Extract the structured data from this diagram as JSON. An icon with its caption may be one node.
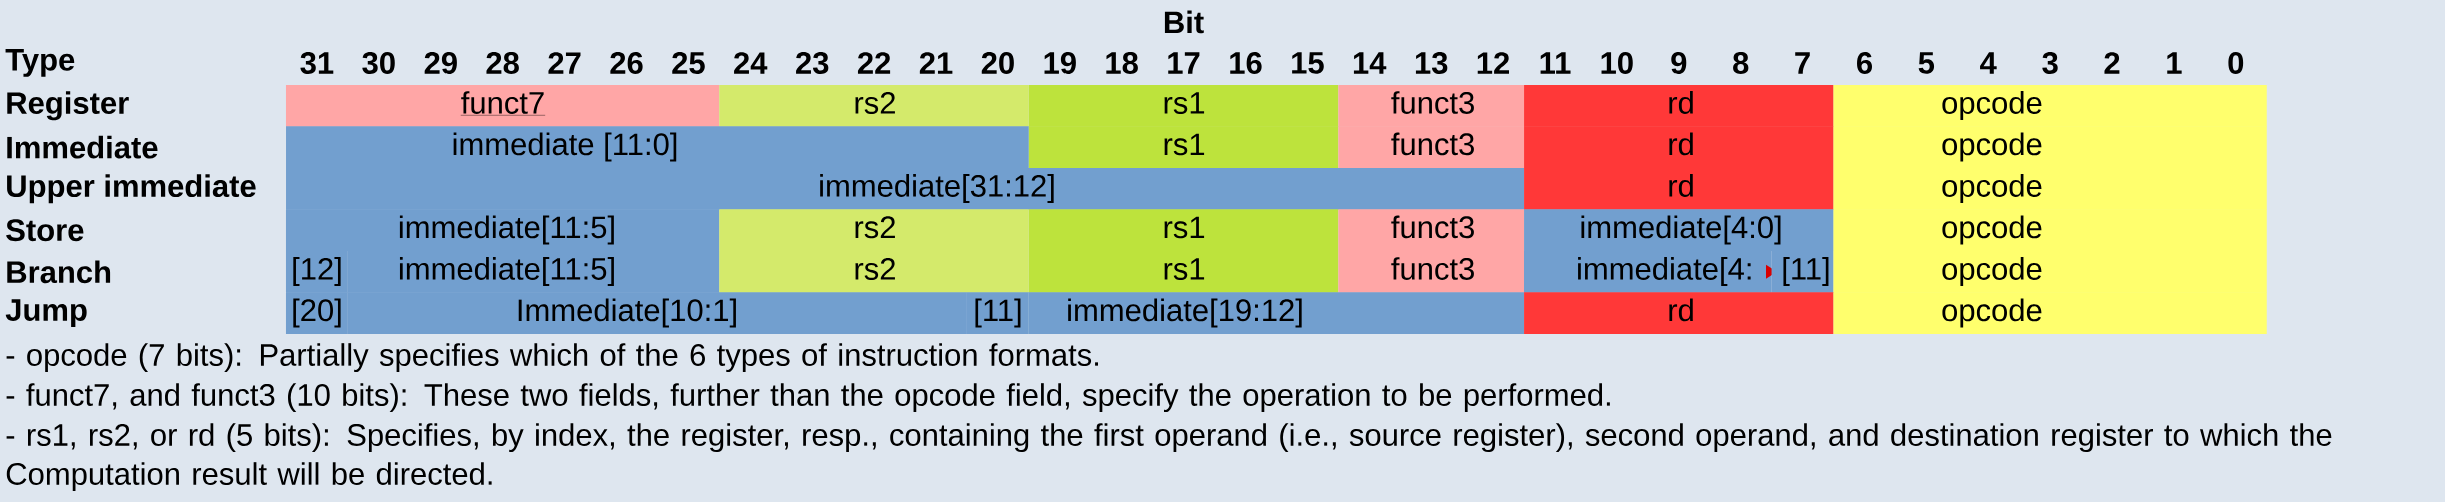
{
  "diagram": {
    "nodes": [
      {
        "text": [
          "funct7"
        ]
      },
      {
        "text": [
          "rs2"
        ]
      },
      {
        "text": [
          "rs1"
        ]
      },
      {
        "text": [
          "funct3"
        ]
      },
      {
        "text": [
          "rd"
        ]
      },
      {
        "text": [
          "opcode"
        ]
      },
      {
        "text": [
          "immediate [11:0]"
        ]
      },
      {
        "text": [
          "rs1"
        ]
      },
      {
        "text": [
          "funct3"
        ]
      },
      {
        "text": [
          "rd"
        ]
      },
      {
        "text": [
          "opcode"
        ]
      },
      {
        "text": [
          "immediate[31:12]"
        ]
      },
      {
        "text": [
          "rd"
        ]
      },
      {
        "text": [
          "opcode"
        ]
      },
      {
        "text": [
          "immediate[11:5]"
        ]
      },
      {
        "text": [
          "rs2"
        ]
      },
      {
        "text": [
          "rs1"
        ]
      },
      {
        "text": [
          "funct3"
        ]
      },
      {
        "text": [
          "immediate[4:0]"
        ]
      },
      {
        "text": [
          "opcode"
        ]
      },
      {
        "text": [
          "[12]"
        ]
      },
      {
        "text": [
          "immediate[11:5]"
        ]
      },
      {
        "text": [
          "rs2"
        ]
      },
      {
        "text": [
          "rs1"
        ]
      },
      {
        "text": [
          "funct3"
        ]
      },
      {
        "text": [
          "immediate[4:"
        ]
      },
      {
        "text": [
          "[11]"
        ]
      },
      {
        "text": [
          "opcode"
        ]
      },
      {
        "text": [
          "[20]"
        ]
      },
      {
        "text": [
          "Immediate[10:1]"
        ]
      },
      {
        "text": [
          "[11]"
        ]
      },
      {
        "text": [
          "immediate[19:12]"
        ]
      },
      {
        "text": [
          "rd"
        ]
      },
      {
        "text": [
          "opcode"
        ]
      }
    ],
    "labels": [
      "Bit",
      "Type",
      "31",
      "30",
      "29",
      "28",
      "27",
      "26",
      "25",
      "24",
      "23",
      "22",
      "21",
      "20",
      "19",
      "18",
      "17",
      "16",
      "15",
      "14",
      "13",
      "12",
      "11",
      "10",
      "9",
      "8",
      "7",
      "6",
      "5",
      "4",
      "3",
      "2",
      "1",
      "0",
      "Register",
      "Immediate",
      "Upper immediate",
      "Store",
      "Branch",
      "Jump",
      "- opcode (7 bits): Partially specifies which of the 6 types of instruction formats.",
      "- funct7, and funct3 (10 bits): These two fields, further than the opcode field, specify the operation to be performed.",
      "- rs1, rs2, or rd (5 bits): Specifies, by index, the register, resp., containing the first operand (i.e., source register), second operand, and destination register to which the Computation result will be directed."
    ]
  }
}
